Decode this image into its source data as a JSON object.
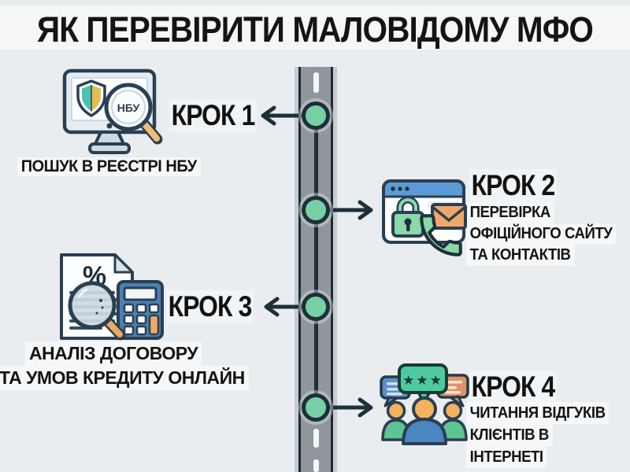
{
  "title": "ЯК ПЕРЕВІРИТИ МАЛОВІДОМУ МФО",
  "steps": [
    {
      "label": "КРОК 1",
      "side": "left",
      "icon": "monitor-shield-magnifier-icon",
      "caption_lines": [
        "ПОШУК В РЕЄСТРІ НБУ"
      ]
    },
    {
      "label": "КРОК 2",
      "side": "right",
      "icon": "browser-lock-contacts-icon",
      "caption_lines": [
        "ПЕРЕВІРКА",
        "ОФІЦІЙНОГО САЙТУ",
        "ТА КОНТАКТІВ"
      ]
    },
    {
      "label": "КРОК 3",
      "side": "left",
      "icon": "document-calculator-magnifier-icon",
      "caption_lines": [
        "АНАЛІЗ ДОГОВОРУ",
        "ТА УМОВ КРЕДИТУ ОНЛАЙН"
      ]
    },
    {
      "label": "КРОК 4",
      "side": "right",
      "icon": "people-reviews-icon",
      "caption_lines": [
        "ЧИТАННЯ ВІДГУКІВ",
        "КЛІЄНТІВ В",
        "ІНТЕРНЕТІ"
      ]
    }
  ],
  "icon_labels": {
    "magnifier_nbu": "НБУ",
    "document_percent": "%",
    "review_stars": "★★★"
  },
  "colors": {
    "background": "#e9edf0",
    "title_band": "#f5f7f7",
    "text": "#141414",
    "road_gray": "#8f979d",
    "road_edge": "#c7ccd0",
    "outline_dark": "#1d3039",
    "node_green": "#76d0a3",
    "icon_teal": "#47c2b3",
    "icon_gold": "#e2bd4e",
    "icon_blue": "#5b9bd5",
    "icon_green": "#8ad8ac",
    "icon_orange": "#f0a869",
    "calculator_blue": "#4b80b2",
    "person_skin": "#f2b35c",
    "person_blue": "#4a86c0",
    "person_green": "#5fc493"
  }
}
